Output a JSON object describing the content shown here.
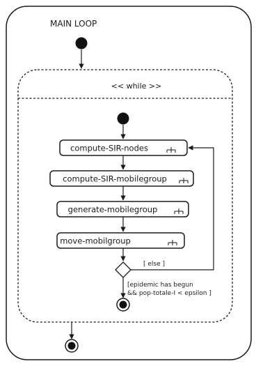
{
  "title": "MAIN LOOP",
  "loop": {
    "label": "<< while >>"
  },
  "actions": [
    {
      "label": "compute-SIR-nodes"
    },
    {
      "label": "compute-SIR-mobilegroup"
    },
    {
      "label": "generate-mobilegroup"
    },
    {
      "label": "move-mobilgroup"
    }
  ],
  "guards": {
    "else": "[ else ]",
    "exit_line1": "[epidemic has begun",
    "exit_line2": "&& pop-totale-I < epsilon ]"
  },
  "icons": {
    "action_icon": "rake-icon",
    "initial_node": "initial-node-icon",
    "final_node": "final-node-icon",
    "decision_node": "decision-diamond-icon"
  },
  "colors": {
    "stroke": "#1a1a1a",
    "background": "#ffffff"
  }
}
